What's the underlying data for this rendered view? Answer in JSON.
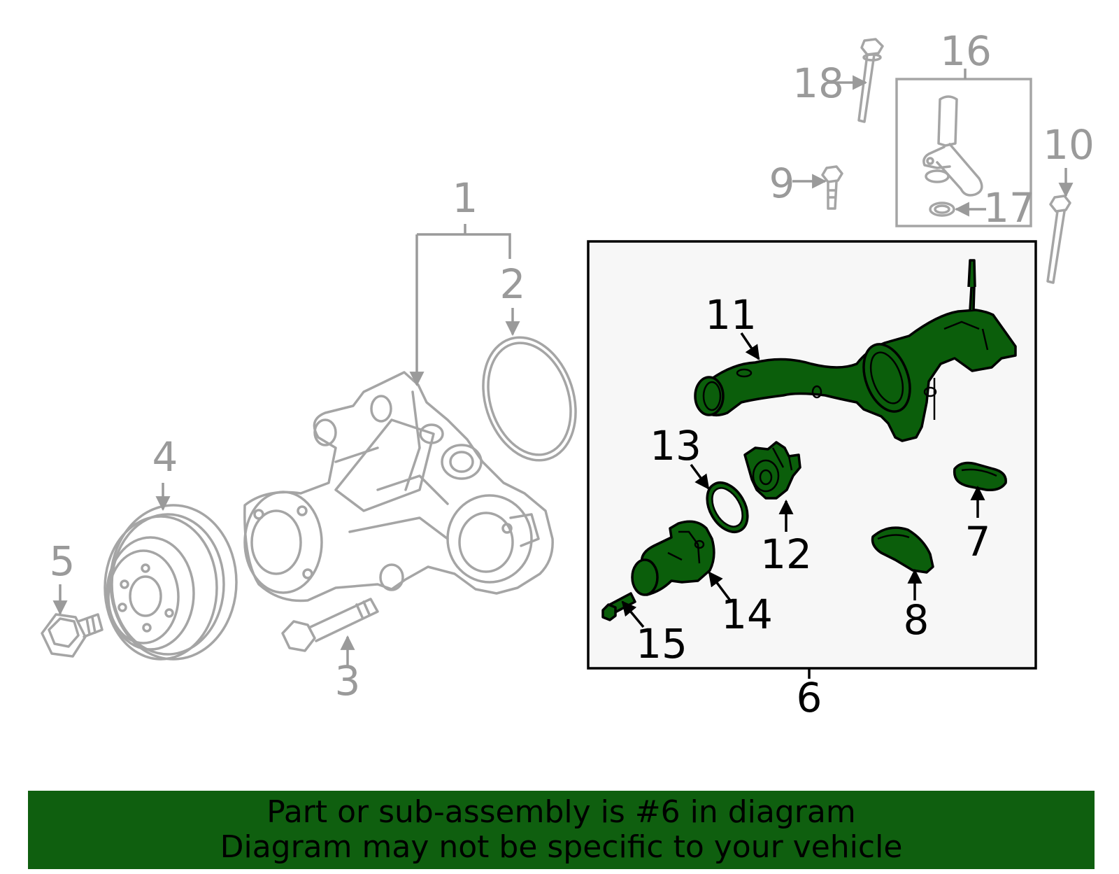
{
  "callouts": {
    "c1": "1",
    "c2": "2",
    "c3": "3",
    "c4": "4",
    "c5": "5",
    "c6": "6",
    "c7": "7",
    "c8": "8",
    "c9": "9",
    "c10": "10",
    "c11": "11",
    "c12": "12",
    "c13": "13",
    "c14": "14",
    "c15": "15",
    "c16": "16",
    "c17": "17",
    "c18": "18"
  },
  "highlight_color": "#0b5e0b",
  "banner": {
    "line1": "Part or sub-assembly is #6 in diagram",
    "line2": "Diagram may not be specific to your vehicle"
  }
}
